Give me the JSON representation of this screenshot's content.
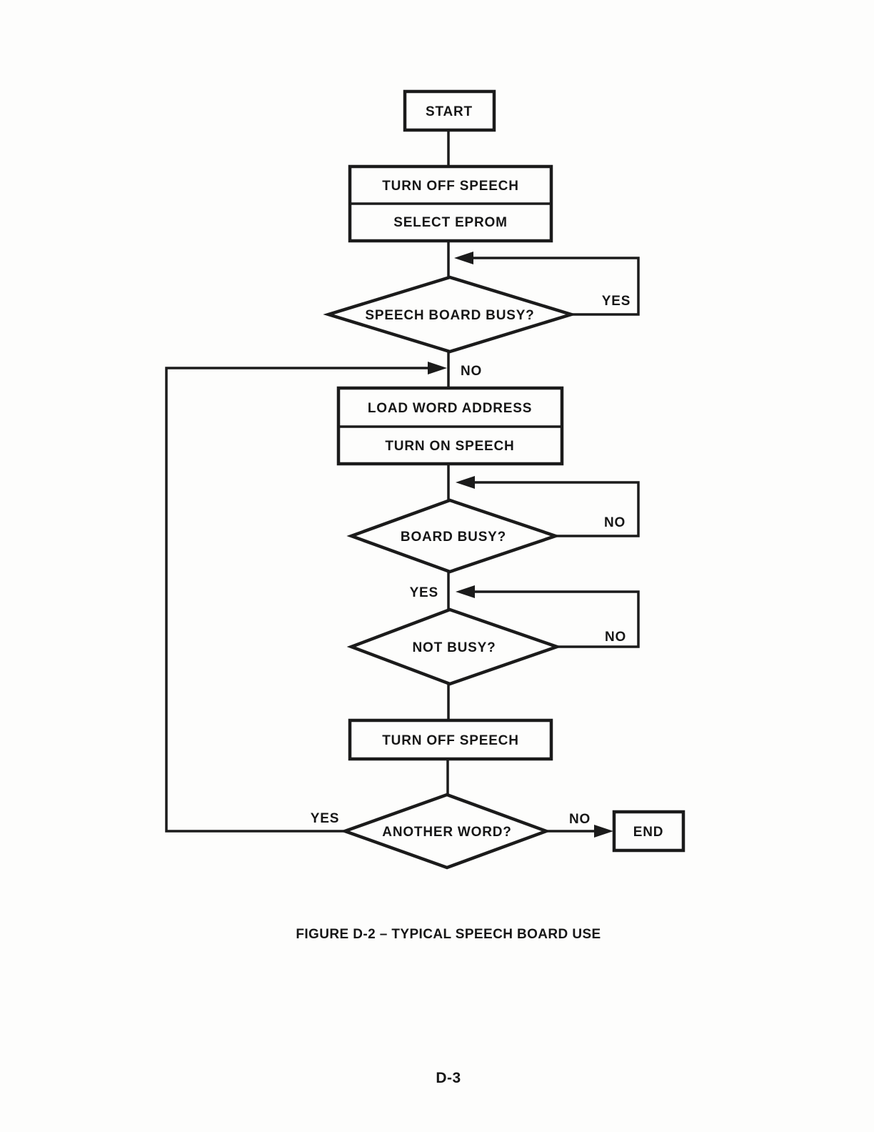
{
  "document": {
    "caption": "FIGURE D-2 – TYPICAL SPEECH BOARD USE",
    "page_number": "D-3"
  },
  "flowchart": {
    "colors": {
      "ink": "#1b1b1b",
      "paper": "#fdfdfc"
    },
    "nodes": {
      "start": {
        "type": "terminal",
        "label": "START"
      },
      "proc1": {
        "type": "process",
        "rows": [
          "TURN OFF SPEECH",
          "SELECT EPROM"
        ]
      },
      "dec1": {
        "type": "decision",
        "label": "SPEECH BOARD BUSY?"
      },
      "proc2": {
        "type": "process",
        "rows": [
          "LOAD WORD ADDRESS",
          "TURN ON SPEECH"
        ]
      },
      "dec2": {
        "type": "decision",
        "label": "BOARD BUSY?"
      },
      "dec3": {
        "type": "decision",
        "label": "NOT BUSY?"
      },
      "proc3": {
        "type": "process",
        "label": "TURN OFF SPEECH"
      },
      "dec4": {
        "type": "decision",
        "label": "ANOTHER WORD?"
      },
      "end": {
        "type": "terminal",
        "label": "END"
      }
    },
    "edges": {
      "dec1_yes": "YES",
      "dec1_no": "NO",
      "dec2_no": "NO",
      "dec3_yes": "YES",
      "dec3_no": "NO",
      "dec4_yes": "YES",
      "dec4_no": "NO"
    }
  }
}
